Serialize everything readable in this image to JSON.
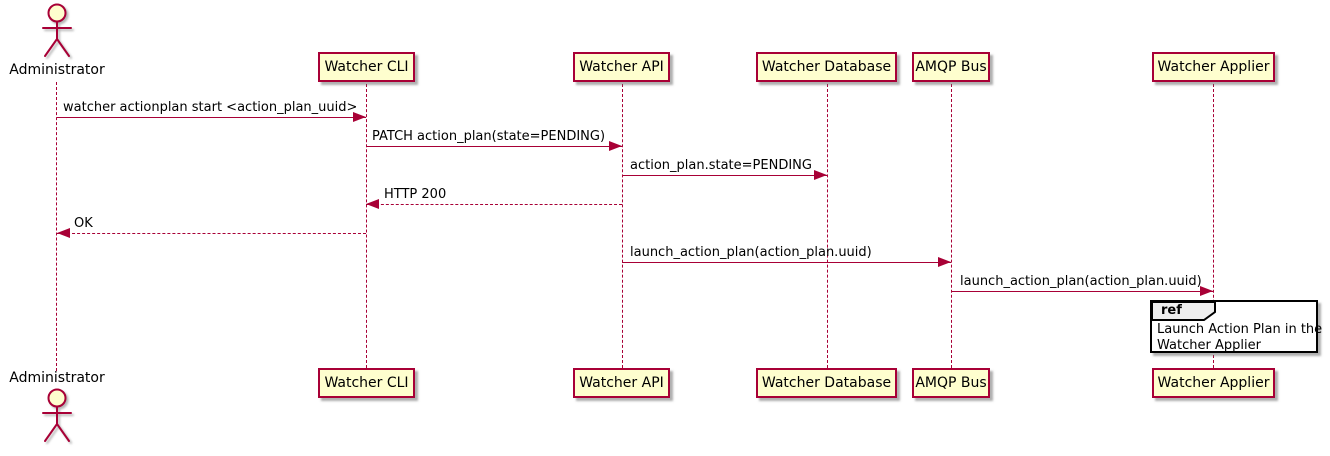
{
  "diagram": {
    "kind": "uml-sequence-diagram",
    "colors": {
      "line": "#A80036",
      "participant_fill": "#FEFECE",
      "ref_header_fill": "#EEEEEE",
      "ref_border": "#000000",
      "text": "#000000"
    },
    "actor": {
      "name": "Administrator"
    },
    "participants": [
      {
        "label": "Watcher CLI"
      },
      {
        "label": "Watcher API"
      },
      {
        "label": "Watcher Database"
      },
      {
        "label": "AMQP Bus"
      },
      {
        "label": "Watcher Applier"
      }
    ],
    "messages": [
      {
        "from": "Administrator",
        "to": "Watcher CLI",
        "style": "solid",
        "label": "watcher actionplan start <action_plan_uuid>"
      },
      {
        "from": "Watcher CLI",
        "to": "Watcher API",
        "style": "solid",
        "label": "PATCH action_plan(state=PENDING)"
      },
      {
        "from": "Watcher API",
        "to": "Watcher Database",
        "style": "solid",
        "label": "action_plan.state=PENDING"
      },
      {
        "from": "Watcher API",
        "to": "Watcher CLI",
        "style": "dashed",
        "label": "HTTP 200"
      },
      {
        "from": "Watcher CLI",
        "to": "Administrator",
        "style": "dashed",
        "label": "OK"
      },
      {
        "from": "Watcher API",
        "to": "AMQP Bus",
        "style": "solid",
        "label": "launch_action_plan(action_plan.uuid)"
      },
      {
        "from": "AMQP Bus",
        "to": "Watcher Applier",
        "style": "solid",
        "label": "launch_action_plan(action_plan.uuid)"
      }
    ],
    "ref": {
      "keyword": "ref",
      "over": "Watcher Applier",
      "lines": {
        "0": "Launch Action Plan in the",
        "1": "Watcher Applier"
      }
    }
  }
}
